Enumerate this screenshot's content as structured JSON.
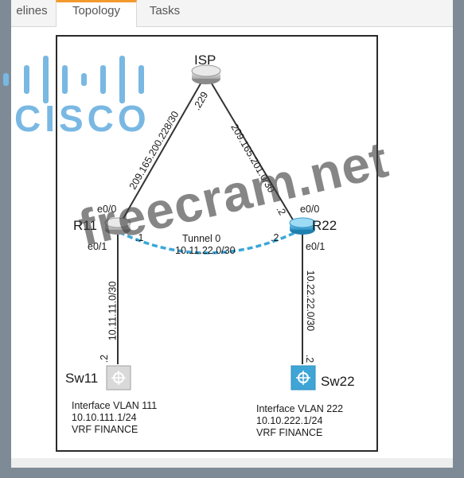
{
  "tabs": [
    {
      "label": "elines"
    },
    {
      "label": "Topology",
      "active": true
    },
    {
      "label": "Tasks"
    }
  ],
  "logo": {
    "word": "CISCO",
    "color": "#79b8e3"
  },
  "devices": {
    "isp": "ISP",
    "r11": "R11",
    "r22": "R22",
    "sw11": "Sw11",
    "sw22": "Sw22"
  },
  "links": {
    "isp_r11_subnet": "209.165.200.228/30",
    "isp_r11_isp_end": ".229",
    "isp_r22_subnet": "209.165.201.0/30",
    "isp_r22_r22_end": ".2",
    "r11_sw11_subnet": "10.11.11.0/30",
    "r11_sw11_sw_end": ".2",
    "r22_sw22_subnet": "10.22.22.0/30",
    "r22_sw22_sw_end": ".2"
  },
  "ports": {
    "r11_uplink": "e0/0",
    "r11_downlink": "e0/1",
    "r22_uplink": "e0/0",
    "r22_downlink": "e0/1"
  },
  "tunnel": {
    "name": "Tunnel 0",
    "subnet": "10.11.22.0/30",
    "r11_end": ".1",
    "r22_end": ".2",
    "color": "#3aa7d8"
  },
  "sw11_info": {
    "line1": "Interface VLAN 111",
    "line2": "10.10.111.1/24",
    "line3": "VRF FINANCE"
  },
  "sw22_info": {
    "line1": "Interface VLAN 222",
    "line2": "10.10.222.1/24",
    "line3": "VRF FINANCE"
  },
  "watermark": "freecram.net"
}
